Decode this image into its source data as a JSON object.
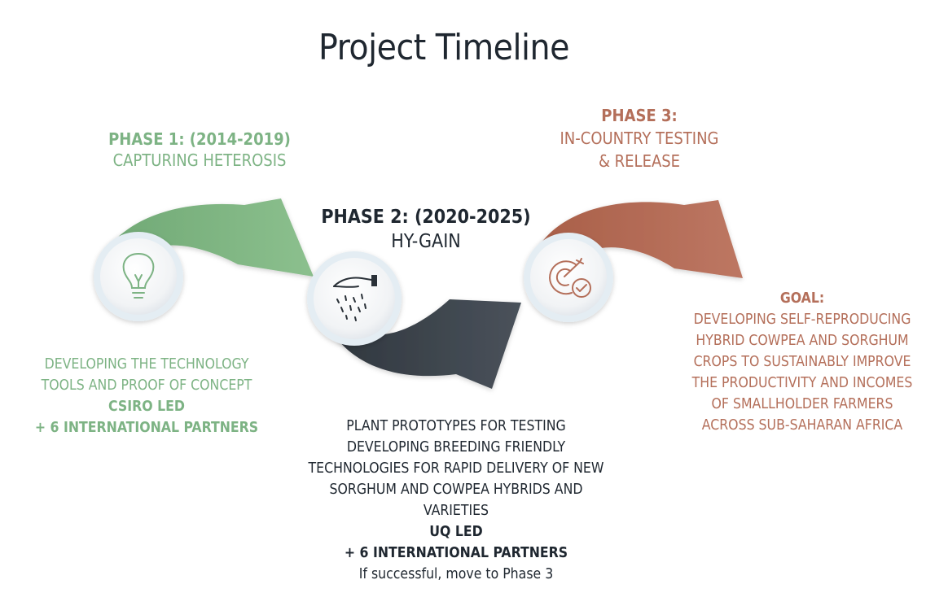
{
  "title": "Project Timeline",
  "phase1": {
    "heading": "PHASE 1: (2014-2019)",
    "subheading": "CAPTURING HETEROSIS",
    "desc_lines": [
      "DEVELOPING THE TECHNOLOGY",
      "TOOLS AND PROOF OF CONCEPT"
    ],
    "lead": "CSIRO LED",
    "partners": "+ 6 INTERNATIONAL PARTNERS",
    "icon": "lightbulb-icon",
    "color": "#87b98a"
  },
  "phase2": {
    "heading": "PHASE 2: (2020-2025)",
    "subheading": "HY-GAIN",
    "desc_lines": [
      "PLANT PROTOTYPES FOR TESTING",
      "DEVELOPING BREEDING FRIENDLY",
      "TECHNOLOGIES FOR RAPID DELIVERY OF NEW",
      "SORGHUM AND COWPEA HYBRIDS AND",
      "VARIETIES"
    ],
    "lead": "UQ LED",
    "partners": "+ 6 INTERNATIONAL PARTNERS",
    "note": "If successful, move to Phase 3",
    "icon": "hand-sowing-seeds-icon",
    "color": "#3c434b"
  },
  "phase3": {
    "heading": "PHASE 3:",
    "sub_lines": [
      "IN-COUNTRY TESTING",
      "& RELEASE"
    ],
    "icon": "target-check-icon",
    "color": "#b46f5a"
  },
  "goal": {
    "heading": "GOAL:",
    "desc_lines": [
      "DEVELOPING SELF-REPRODUCING",
      "HYBRID COWPEA AND SORGHUM",
      "CROPS TO SUSTAINABLY IMPROVE",
      "THE PRODUCTIVITY AND INCOMES",
      "OF SMALLHOLDER FARMERS",
      "ACROSS SUB-SAHARAN AFRICA"
    ]
  }
}
